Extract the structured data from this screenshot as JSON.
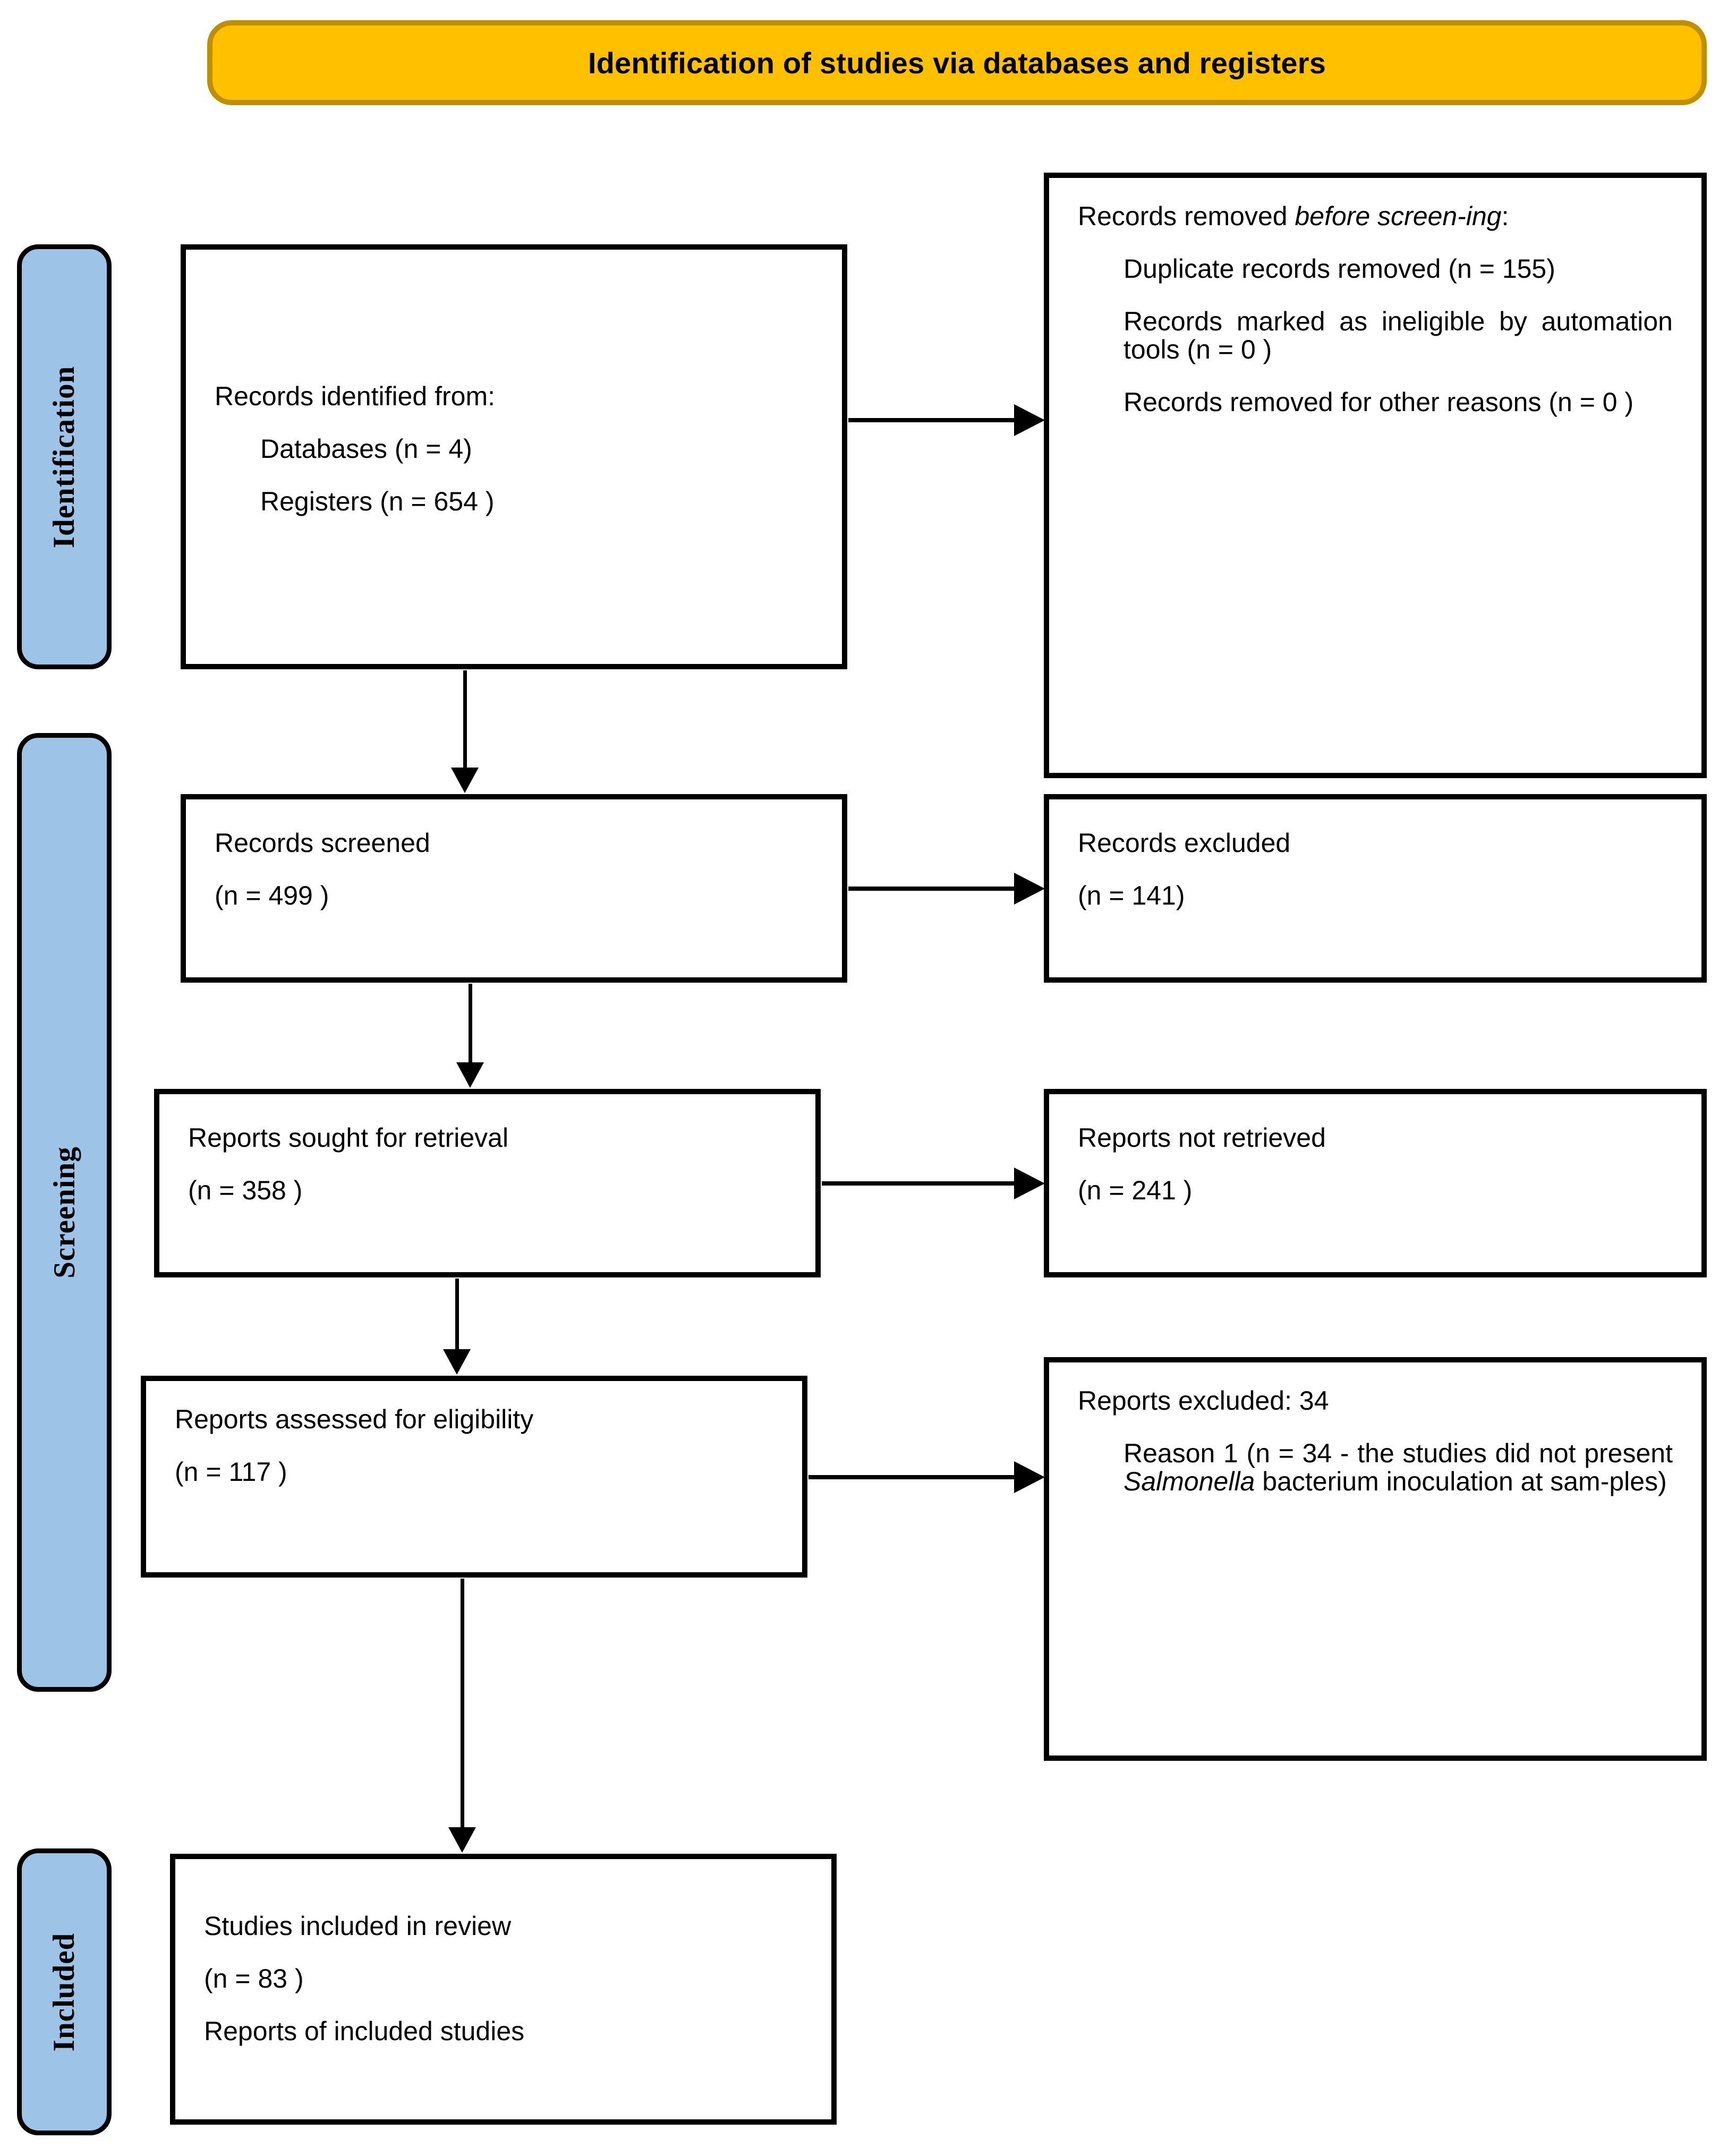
{
  "header": {
    "title": "Identification of studies via databases and registers",
    "bg_color": "#FFC000",
    "border_color": "#BF8F00"
  },
  "stages": {
    "accent_color": "#9DC3E6",
    "identification": "Identification",
    "screening": "Screening",
    "included": "Included"
  },
  "boxes": {
    "identified": {
      "line1": "Records identified from:",
      "line2": "Databases (n = 4)",
      "line3": "Registers (n = 654 )"
    },
    "removed_before_screening": {
      "heading_plain": "Records removed ",
      "heading_italic": "before screen-ing",
      "heading_colon": ":",
      "item1": "Duplicate records removed  (n = 155)",
      "item2": "Records marked as ineligible by automation tools (n = 0 )",
      "item3": "Records removed for other reasons (n = 0 )"
    },
    "records_screened": {
      "label": "Records screened",
      "count": "(n = 499 )"
    },
    "records_excluded": {
      "label": "Records excluded",
      "count": "(n = 141)"
    },
    "reports_sought": {
      "label": "Reports sought for retrieval",
      "count": "(n = 358 )"
    },
    "reports_not_retrieved": {
      "label": "Reports not retrieved",
      "count": "(n = 241 )"
    },
    "reports_assessed": {
      "label": "Reports assessed for eligibility",
      "count": "(n = 117 )"
    },
    "reports_excluded": {
      "heading": "Reports excluded: 34",
      "reason_pre": "Reason 1 (n = 34 - the studies did not present ",
      "reason_italic": "Salmonella",
      "reason_post": " bacterium inoculation at sam-ples)"
    },
    "studies_included": {
      "line1": "Studies included in review",
      "line2": "(n = 83 )",
      "line3": "Reports of included studies"
    }
  },
  "arrows": {
    "identified_to_screened": "down-arrow",
    "identified_to_removed": "right-arrow",
    "screened_to_sought": "down-arrow",
    "screened_to_excluded": "right-arrow",
    "sought_to_assessed": "down-arrow",
    "sought_to_not_retrieved": "right-arrow",
    "assessed_to_included": "down-arrow",
    "assessed_to_reports_excluded": "right-arrow"
  }
}
